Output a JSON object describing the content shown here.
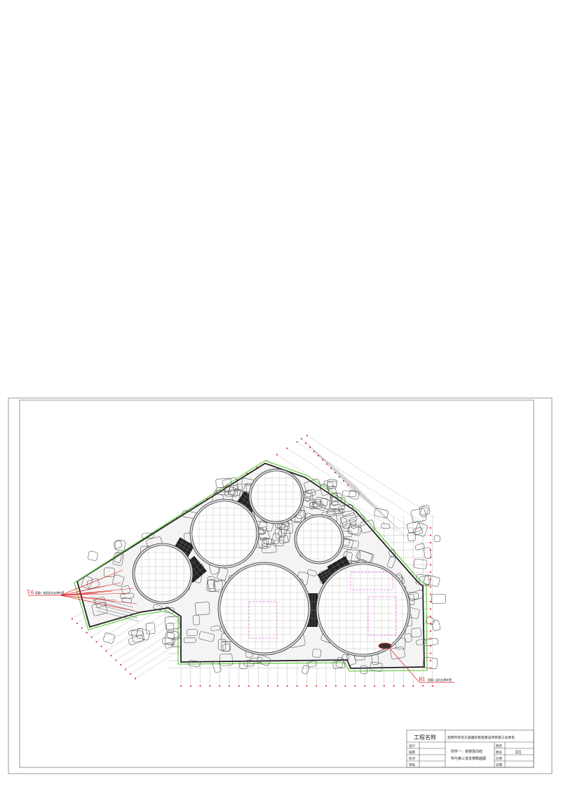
{
  "callouts": {
    "left_tag": "T-6",
    "left_text": "塔楼1 地面竖向支撑布置",
    "right_tag": "B1",
    "right_text": "塔楼2 竖向支撑布置"
  },
  "title_block": {
    "project_name_label": "工程名称",
    "project_name": "昆明市综合交通国际枢纽建设项目施工总承包",
    "role_labels": [
      "设计",
      "描图",
      "校对",
      "审核"
    ],
    "drawing_title_line1": "附件一：塔楼竖向结",
    "drawing_title_line2": "构与第三道支撑截面图",
    "info_labels": [
      "图名",
      "图号",
      "比例",
      "日期"
    ],
    "drawing_number": "01"
  }
}
